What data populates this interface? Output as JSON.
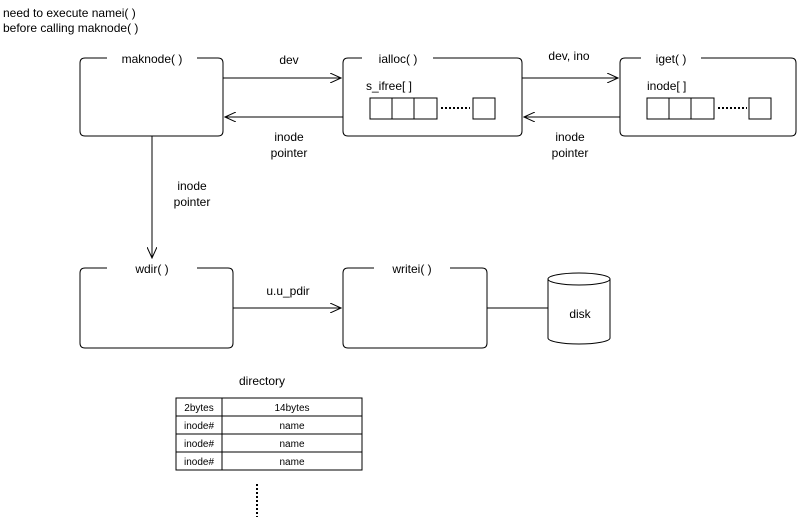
{
  "note": {
    "line1": "need to execute namei( )",
    "line2": "before calling maknode( )"
  },
  "boxes": {
    "maknode": "maknode( )",
    "ialloc": "ialloc( )",
    "iget": "iget( )",
    "wdir": "wdir( )",
    "writei": "writei( )"
  },
  "ialloc_array_label": "s_ifree[ ]",
  "iget_array_label": "inode[ ]",
  "arrows": {
    "maknode_to_ialloc": "dev",
    "ialloc_to_iget": "dev, ino",
    "ialloc_to_maknode": [
      "inode",
      "pointer"
    ],
    "iget_to_ialloc": [
      "inode",
      "pointer"
    ],
    "maknode_to_wdir": [
      "inode",
      "pointer"
    ],
    "wdir_to_writei": "u.u_pdir"
  },
  "disk_label": "disk",
  "directory": {
    "title": "directory",
    "header": [
      "2bytes",
      "14bytes"
    ],
    "rows": [
      [
        "inode#",
        "name"
      ],
      [
        "inode#",
        "name"
      ],
      [
        "inode#",
        "name"
      ]
    ]
  }
}
